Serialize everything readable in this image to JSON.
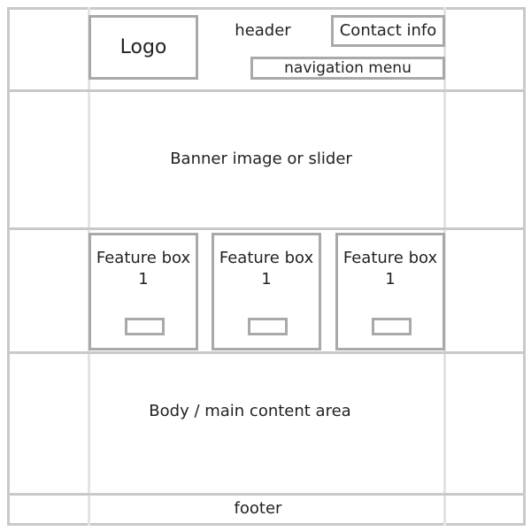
{
  "header": {
    "logo": "Logo",
    "label": "header",
    "contact": "Contact info",
    "nav": "navigation menu"
  },
  "banner": {
    "label": "Banner image or slider"
  },
  "features": [
    {
      "title": "Feature box 1"
    },
    {
      "title": "Feature box 1"
    },
    {
      "title": "Feature box 1"
    }
  ],
  "body": {
    "label": "Body / main content area"
  },
  "footer": {
    "label": "footer"
  },
  "colors": {
    "frame": "#c9c9c9",
    "box_border": "#a9a9a9",
    "guide": "#e3e3e3"
  }
}
